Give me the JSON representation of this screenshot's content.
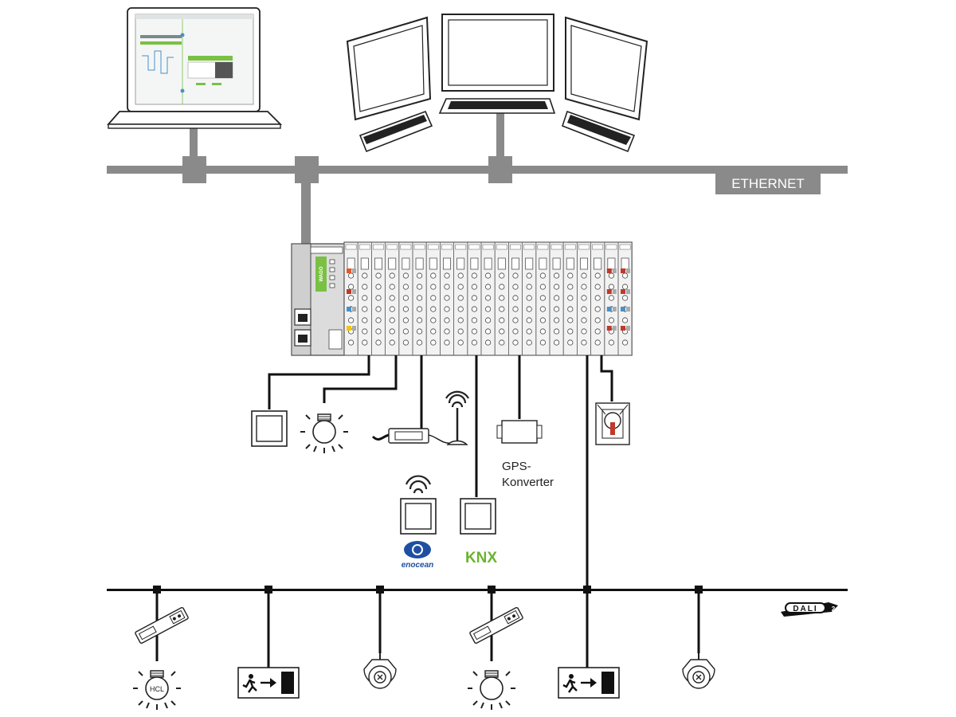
{
  "network": {
    "ethernet_label": "ETHERNET",
    "dali_label": "DALI",
    "dali_version": "2"
  },
  "devices": {
    "gps_line1": "GPS-",
    "gps_line2": "Konverter",
    "hcl_label": "HCL",
    "enocean_label": "enocean",
    "knx_label": "KNX",
    "controller_brand": "WAGO"
  },
  "colors": {
    "cable_gray": "#8a8a8a",
    "wire_black": "#111111",
    "module_body": "#eeeeee",
    "controller_green": "#7ac143",
    "enocean_blue": "#1e4fa3",
    "knx_green": "#6ab42d",
    "knx_blue": "#1e4fa3"
  }
}
